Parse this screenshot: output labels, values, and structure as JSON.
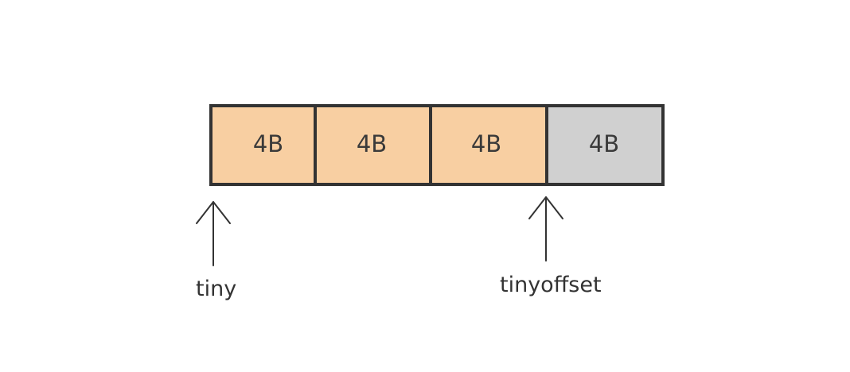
{
  "memory_block": {
    "cells": [
      {
        "label": "4B",
        "fill": "#f8cfa2"
      },
      {
        "label": "4B",
        "fill": "#f8cfa2"
      },
      {
        "label": "4B",
        "fill": "#f8cfa2"
      },
      {
        "label": "4B",
        "fill": "#d0d0d0"
      }
    ]
  },
  "pointers": [
    {
      "label": "tiny"
    },
    {
      "label": "tinyoffset"
    }
  ],
  "colors": {
    "used": "#f8cfa2",
    "free": "#d0d0d0",
    "stroke": "#333333"
  }
}
